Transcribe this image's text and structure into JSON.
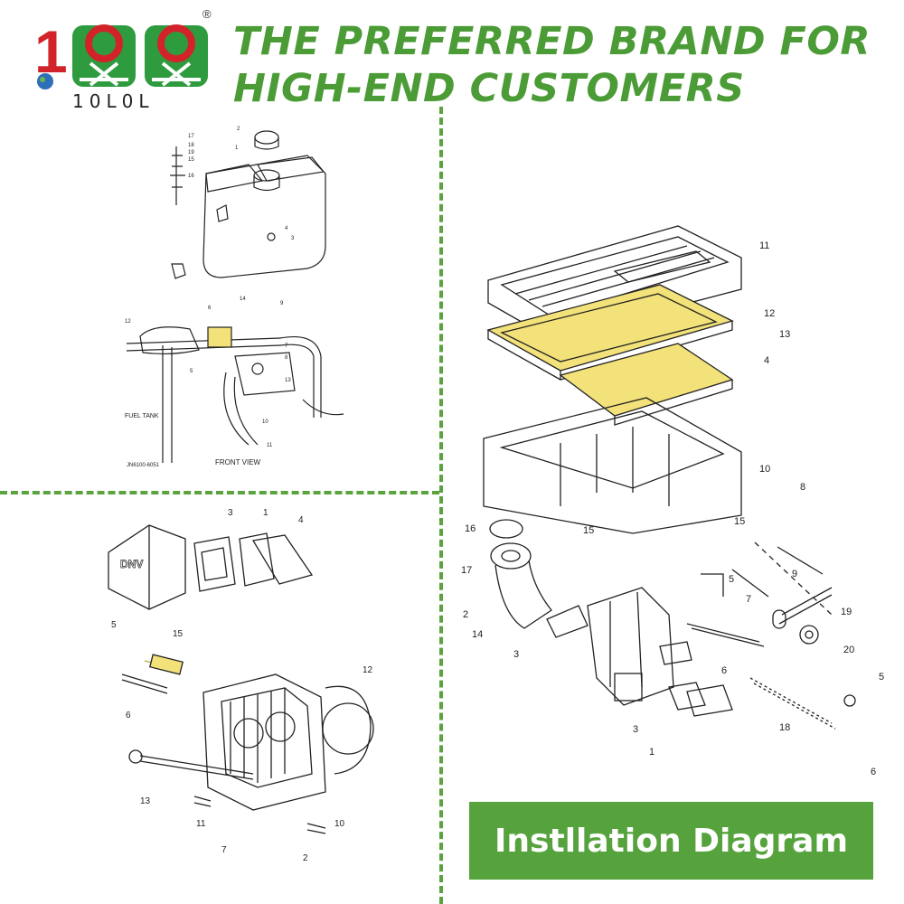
{
  "brand": {
    "logo_text": "10L0L",
    "registered_mark": "®"
  },
  "headline": {
    "line1": "THE PREFERRED BRAND FOR",
    "line2": "HIGH-END CUSTOMERS"
  },
  "button": {
    "label": "Instllation Diagram"
  },
  "fuel_diagram": {
    "labels": {
      "fuel_tank": "FUEL TANK",
      "front_view": "FRONT VIEW",
      "part_code": "JN6100-6051"
    },
    "callouts": [
      "1",
      "2",
      "3",
      "4",
      "5",
      "6",
      "7",
      "8",
      "9",
      "10",
      "11",
      "12",
      "13",
      "14",
      "15",
      "16",
      "17",
      "18",
      "19"
    ]
  },
  "head_diagram": {
    "callouts": [
      "1",
      "2",
      "3",
      "4",
      "5",
      "6",
      "7",
      "10",
      "11",
      "12",
      "13",
      "15"
    ]
  },
  "air_filter_diagram": {
    "callouts": [
      "1",
      "2",
      "3",
      "4",
      "5",
      "6",
      "7",
      "8",
      "9",
      "10",
      "11",
      "12",
      "13",
      "14",
      "15",
      "16",
      "17",
      "18",
      "19",
      "20"
    ]
  },
  "colors": {
    "accent_green": "#56a33e",
    "highlight_yellow": "#f3e27a",
    "logo_red": "#d2232a",
    "logo_green": "#2e9b3f"
  }
}
